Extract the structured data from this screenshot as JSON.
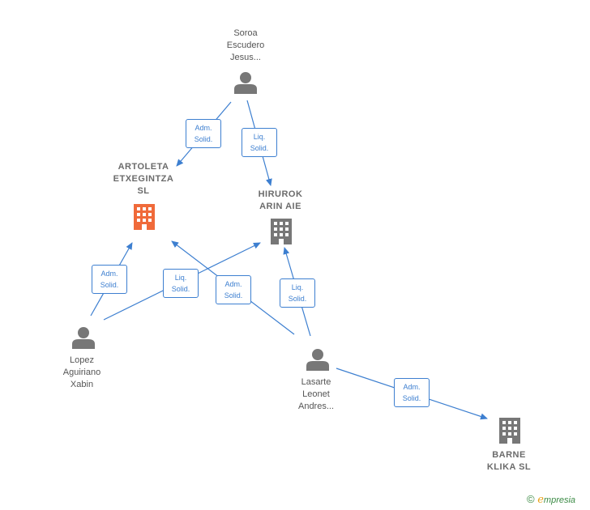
{
  "colors": {
    "edge": "#3d7fd0",
    "person": "#777777",
    "company": "#777777",
    "company_main": "#f06a3a"
  },
  "nodes": {
    "soroa": {
      "lines": [
        "Soroa",
        "Escudero",
        "Jesus..."
      ]
    },
    "artoleta": {
      "lines": [
        "ARTOLETA",
        "ETXEGINTZA",
        "SL"
      ]
    },
    "hirurok": {
      "lines": [
        "HIRUROK",
        "ARIN AIE"
      ]
    },
    "lopez": {
      "lines": [
        "Lopez",
        "Aguiriano",
        "Xabin"
      ]
    },
    "lasarte": {
      "lines": [
        "Lasarte",
        "Leonet",
        "Andres..."
      ]
    },
    "barne": {
      "lines": [
        "BARNE",
        "KLIKA  SL"
      ]
    }
  },
  "edges": [
    {
      "label": [
        "Adm.",
        "Solid."
      ]
    },
    {
      "label": [
        "Liq.",
        "Solid."
      ]
    },
    {
      "label": [
        "Adm.",
        "Solid."
      ]
    },
    {
      "label": [
        "Liq.",
        "Solid."
      ]
    },
    {
      "label": [
        "Adm.",
        "Solid."
      ]
    },
    {
      "label": [
        "Liq.",
        "Solid."
      ]
    },
    {
      "label": [
        "Adm.",
        "Solid."
      ]
    }
  ],
  "brand": {
    "copyright": "©",
    "e": "e",
    "rest": "mpresia"
  }
}
